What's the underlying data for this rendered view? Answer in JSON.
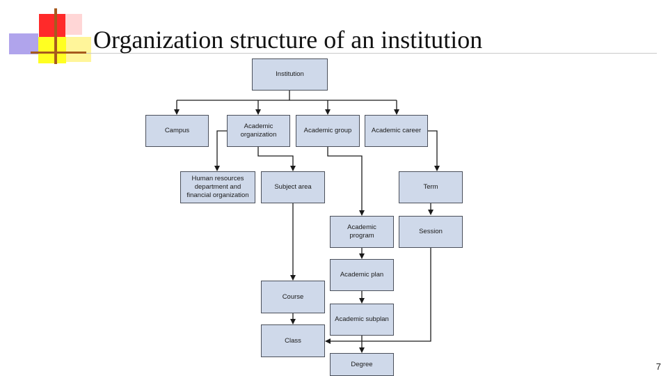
{
  "slide": {
    "title": "Organization structure of an institution",
    "page_number": "7"
  },
  "diagram": {
    "nodes": {
      "institution": "Institution",
      "campus": "Campus",
      "academic_organization": "Academic\norganization",
      "academic_group": "Academic group",
      "academic_career": "Academic career",
      "hr_department": "Human resources\ndepartment and\nfinancial organization",
      "subject_area": "Subject area",
      "term": "Term",
      "academic_program": "Academic\nprogram",
      "session": "Session",
      "academic_plan": "Academic plan",
      "course": "Course",
      "academic_subplan": "Academic subplan",
      "class": "Class",
      "degree": "Degree"
    }
  },
  "colors": {
    "node_fill": "#cfd9ea",
    "node_border": "#4a4f5a",
    "connector": "#1a1a1a",
    "accent_red": "#ff2a2a",
    "accent_yellow": "#ffff22",
    "accent_purple": "#b0a4ec",
    "accent_brown": "#a65a1e"
  }
}
